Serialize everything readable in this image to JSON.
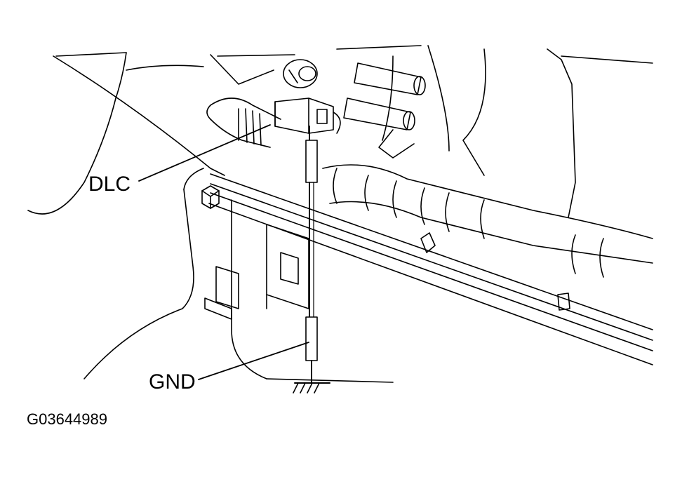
{
  "labels": {
    "dlc": "DLC",
    "gnd": "GND",
    "figure_id": "G03644989"
  },
  "colors": {
    "line": "#000000",
    "background": "#ffffff"
  }
}
